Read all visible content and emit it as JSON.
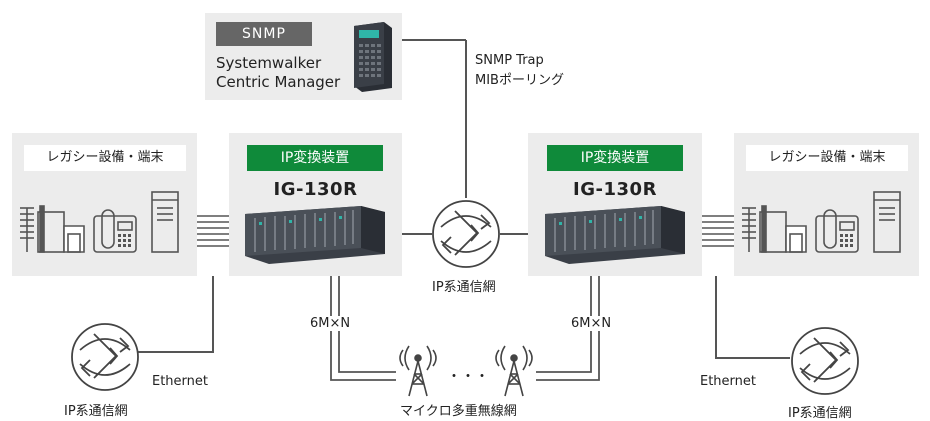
{
  "snmp": {
    "badge": "SNMP",
    "manager_line1": "Systemwalker",
    "manager_line2": "Centric Manager"
  },
  "protocol": {
    "line1": "SNMP Trap",
    "line2": "MIBポーリング"
  },
  "legacy": {
    "left_title": "レガシー設備・端末",
    "right_title": "レガシー設備・端末"
  },
  "converter": {
    "left_badge": "IP変換装置",
    "left_model": "IG-130R",
    "right_badge": "IP変換装置",
    "right_model": "IG-130R"
  },
  "networks": {
    "center": "IP系通信網",
    "bottom_left": "IP系通信網",
    "bottom_right": "IP系通信網"
  },
  "links": {
    "left_6m": "6M×N",
    "right_6m": "6M×N",
    "left_ethernet": "Ethernet",
    "right_ethernet": "Ethernet",
    "dots": "・・・",
    "microwave": "マイクロ多重無線網"
  },
  "colors": {
    "green": "#0f8a3a",
    "panel": "#ececec",
    "badge_gray": "#666666"
  }
}
